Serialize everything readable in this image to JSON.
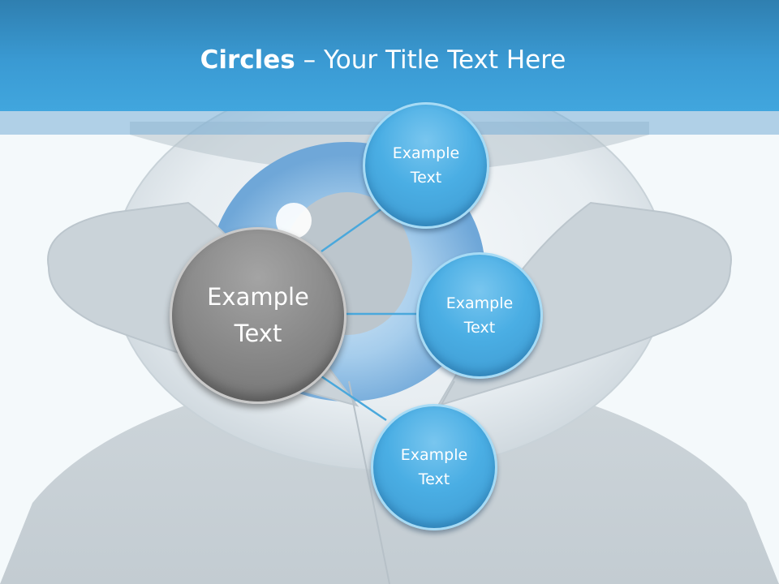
{
  "slide": {
    "title_bold": "Circles",
    "title_rest": " – Your Title Text Here"
  },
  "diagram": {
    "center": {
      "label": "Example\nText"
    },
    "nodes": [
      {
        "label": "Example\nText"
      },
      {
        "label": "Example\nText"
      },
      {
        "label": "Example\nText"
      }
    ]
  },
  "colors": {
    "header": "#3a9ad3",
    "node_fill": "#4aaee4",
    "center_fill": "#8c8c8c",
    "connector": "#4aa8dc",
    "background": "#f4f9fb"
  },
  "icons": {
    "background_art": "eye-spy-figure-illustration"
  }
}
